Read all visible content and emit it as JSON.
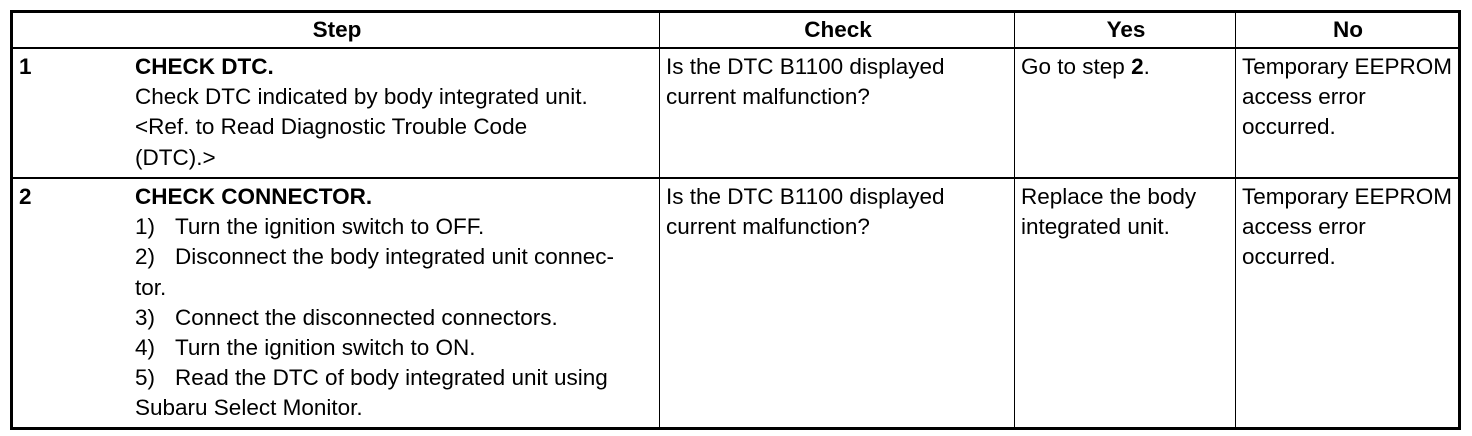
{
  "table": {
    "headers": {
      "step": "Step",
      "check": "Check",
      "yes": "Yes",
      "no": "No"
    },
    "rows": [
      {
        "num": "1",
        "title": "CHECK DTC.",
        "lines": [
          "Check DTC indicated by body integrated unit.",
          "<Ref. to Read Diagnostic Trouble Code",
          "(DTC).>"
        ],
        "check": "Is the DTC B1100 displayed current malfunction?",
        "yes_prefix": "Go to step ",
        "yes_step": "2",
        "yes_suffix": ".",
        "no": "Temporary EEPROM access error occurred."
      },
      {
        "num": "2",
        "title": "CHECK CONNECTOR.",
        "substeps": [
          {
            "n": "1)",
            "text": "Turn the ignition switch to OFF."
          },
          {
            "n": "2)",
            "text": "Disconnect the body integrated unit connec-"
          },
          {
            "n": "",
            "text": "tor."
          },
          {
            "n": "3)",
            "text": "Connect the disconnected connectors."
          },
          {
            "n": "4)",
            "text": "Turn the ignition switch to ON."
          },
          {
            "n": "5)",
            "text": "Read the DTC of body integrated unit using"
          },
          {
            "n": "",
            "text": "Subaru Select Monitor."
          }
        ],
        "check": "Is the DTC B1100 displayed current malfunction?",
        "yes": "Replace the body integrated unit.",
        "no": "Temporary EEPROM access error occurred."
      }
    ]
  }
}
